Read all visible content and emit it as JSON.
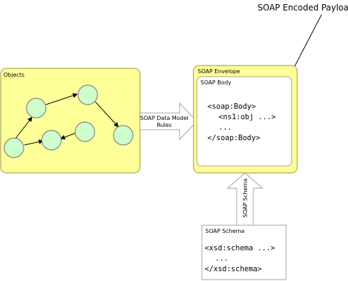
{
  "payload": {
    "label": "SOAP Encoded Payload"
  },
  "objects": {
    "title": "Objects"
  },
  "data_model_arrow": {
    "line1": "SOAP Data Model",
    "line2": "Rules"
  },
  "envelope": {
    "title": "SOAP Envelope",
    "body": {
      "title": "SOAP Body",
      "code": [
        "<soap:Body>",
        "<ns1:obj ...>",
        "...",
        "</soap:Body>"
      ]
    }
  },
  "schema_arrow": {
    "label": "SOAP Schema"
  },
  "schema_box": {
    "title": "SOAP Schema",
    "code": [
      "<xsd:schema ...>",
      "...",
      "</xsd:schema>"
    ]
  },
  "colors": {
    "yellow_fill": "#ffff99",
    "yellow_border": "#b8b866",
    "node_fill": "#ccffcc",
    "node_stroke": "#707070",
    "arrow_fill": "#ffffff",
    "arrow_stroke": "#a0a0a0"
  }
}
